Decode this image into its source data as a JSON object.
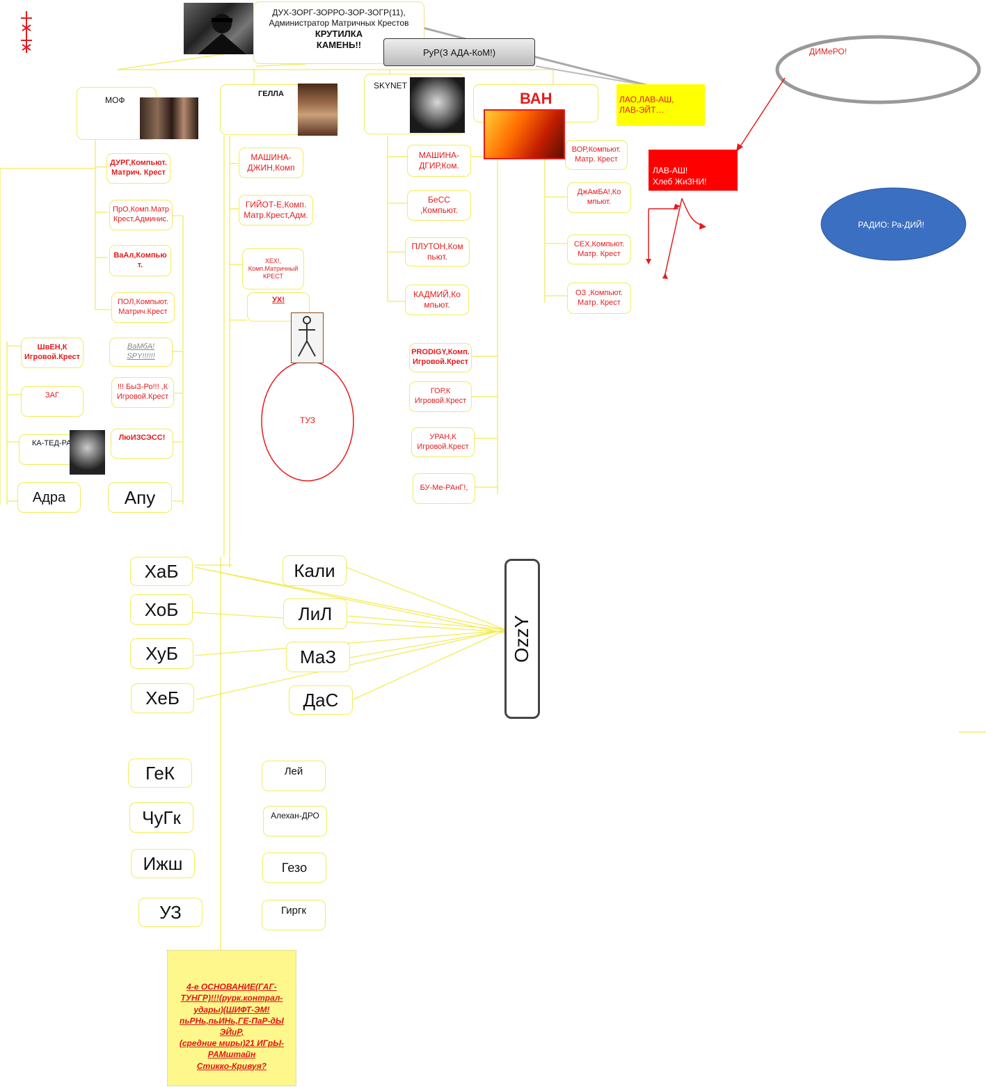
{
  "top": {
    "header_line1": "ДУХ-ЗОРГ-ЗОРРО-ЗОР-ЗОГР(11),",
    "header_line2": "Администратор Матричных Крестов",
    "header_line3": "КРУТИЛКА",
    "header_line4": "КАМЕНЬ!!",
    "rur_label": "РуР(З АДА-КоМ!)",
    "emblem_icon": "red-cross-glyph"
  },
  "branches": {
    "mof": "МОФ",
    "gella": "ГЕЛЛА",
    "skynet": "SKYNET",
    "van": "ВАН",
    "lao": "ЛАО,ЛАВ-АШ,\nЛАВ-ЭЙТ…"
  },
  "mof_children": [
    "ДУРГ,Компьют.\nМатрич. Крест",
    "ПрО,Комп.Матр\nКрест,Админис.",
    "ВаАл,Компью\nт.",
    "ПОЛ,Компьют.\nМатрич.Крест",
    "ВаМбА!\nSPY!!!!!!",
    "!!! БыЗ-Ро!!! ,К\nИгровой.Крест",
    "ЛюИЗСЭСС!",
    "Апу"
  ],
  "mof_left": [
    "ШвЕН,К\nИгровой.Крест",
    "ЗАГ",
    "КА-ТЕД-РА",
    "Адра"
  ],
  "gella_children": [
    "МАШИНА-\nДЖИН,Комп",
    "ГИЙОТ-Е,Комп.\nМатр.Крест,Адм.",
    "ХЕХ!,\nКомп.Матричный\nКРЕСТ",
    "УХ!"
  ],
  "tuz": "ТУЗ",
  "skynet_children": [
    "МАШИНА-\nДГИР,Ком.",
    "БеСС\n,Компьют.",
    "ПЛУТОН,Ком\nпьют.",
    "КАДМИЙ,Ко\nмпьют."
  ],
  "skynet_lower": [
    "PRODIGY,Комп.\nИгровой.Крест",
    "ГОР,К\nИгровой.Крест",
    "УРАН,К\nИгровой.Крест",
    "БУ-Ме-РАнГ!,"
  ],
  "van_children": [
    "ВОР,Компьют.\nМатр. Крест",
    "ДжАмБА!,Ко\nмпьют.",
    "СЕХ,Компьют.\nМатр. Крест",
    "ОЗ ,Компьют.\nМатр. Крест"
  ],
  "lavash": "ЛАВ-АШ!\nХлеб ЖиЗНИ!",
  "dimero": "ДИМеРО!",
  "radio": "РАДИО: Ра-ДИЙ!",
  "lower_left": [
    "ХаБ",
    "ХоБ",
    "ХуБ",
    "ХеБ"
  ],
  "lower_mid": [
    "Кали",
    "ЛиЛ",
    "МаЗ",
    "ДаС"
  ],
  "ozzy": "OzzY",
  "bottom_left": [
    "ГеК",
    "ЧуГк",
    "Ижш",
    "УЗ"
  ],
  "bottom_mid": [
    "Лей",
    "Алехан-ДРО",
    "Гезо",
    "Гиргк"
  ],
  "foundation": "4-е ОСНОВАНИЕ(ГАГ-ТУНГР)!!!(рурк.контрал-удары)(ШИФТ-ЭМ!пьРНь,пьИНь,ГЕ-ПаР-дЫ ЭЙиР,\n(средние миры)21 ИГрЫ-РАМштайн\nСтикко-Кривуя?",
  "colors": {
    "connector": "#f2ec58",
    "accent_red": "#e51b1b",
    "lavash_bg": "#ff0000",
    "radio_bg": "#3b6fc1",
    "lao_bg": "#ffff00"
  }
}
